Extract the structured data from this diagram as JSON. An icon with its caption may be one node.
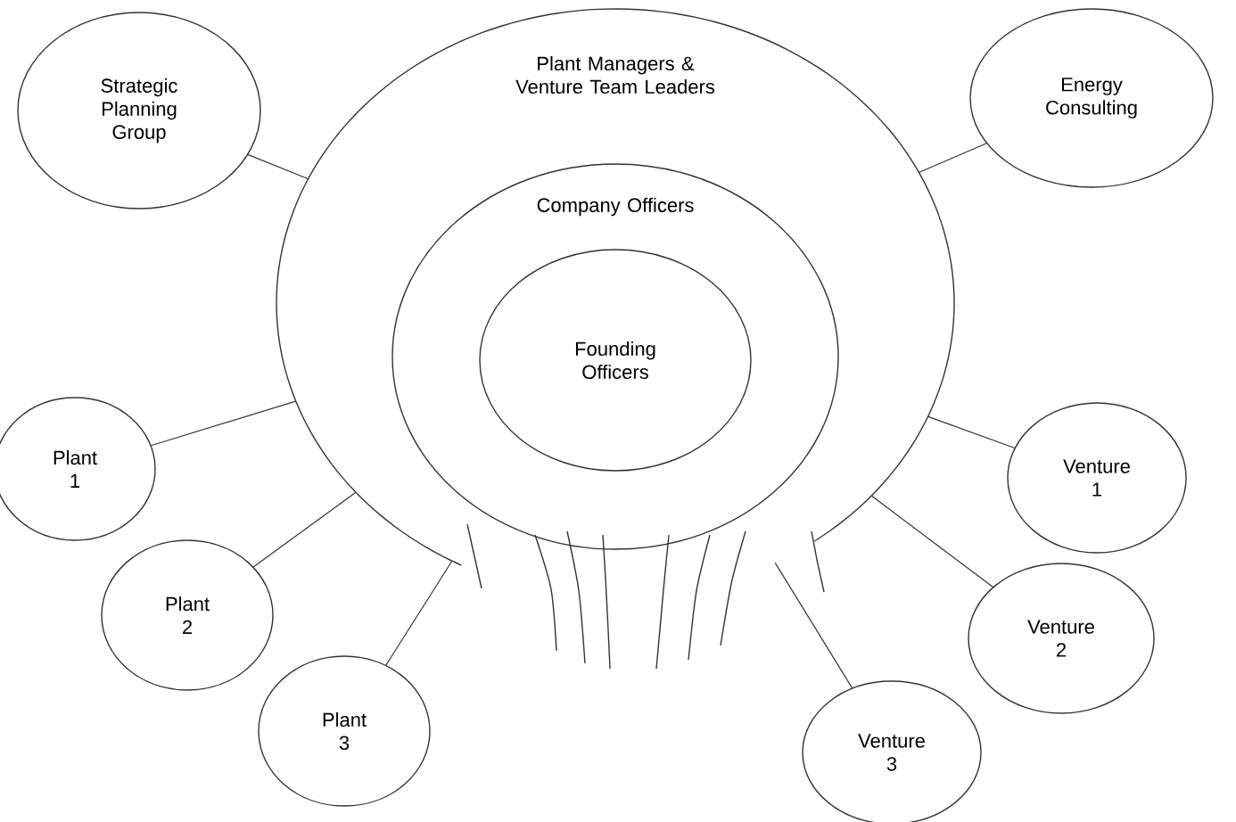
{
  "diagram": {
    "nodes": [
      {
        "text": [
          "Plant Managers & Venture Team Leaders"
        ]
      },
      {
        "text": [
          "Company Officers"
        ],
        "in": 0
      },
      {
        "text": [
          "Founding Officers"
        ],
        "in": 1
      },
      {
        "text": [
          "Strategic Planning Group"
        ]
      },
      {
        "text": [
          "Energy Consulting"
        ]
      },
      {
        "text": [
          "Plant 1"
        ]
      },
      {
        "text": [
          "Plant 2"
        ]
      },
      {
        "text": [
          "Plant 3"
        ]
      },
      {
        "text": [
          "Venture 1"
        ]
      },
      {
        "text": [
          "Venture 2"
        ]
      },
      {
        "text": [
          "Venture 3"
        ]
      }
    ],
    "edges": [
      {
        "from": 3,
        "to": 0,
        "arrow": "none"
      },
      {
        "from": 4,
        "to": 0,
        "arrow": "none"
      },
      {
        "from": 5,
        "to": 0,
        "arrow": "none"
      },
      {
        "from": 6,
        "to": 0,
        "arrow": "none"
      },
      {
        "from": 7,
        "to": 0,
        "arrow": "none"
      },
      {
        "from": 8,
        "to": 0,
        "arrow": "none"
      },
      {
        "from": 9,
        "to": 0,
        "arrow": "none"
      },
      {
        "from": 10,
        "to": 0,
        "arrow": "none"
      }
    ]
  }
}
